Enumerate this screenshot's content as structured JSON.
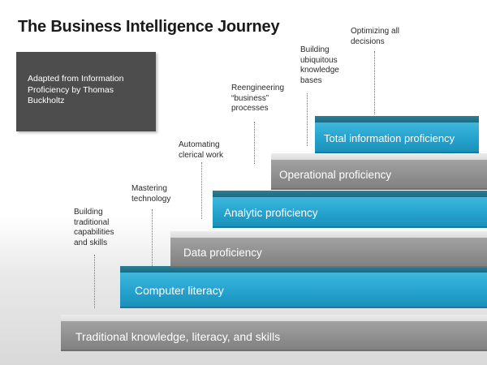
{
  "title": "The Business Intelligence Journey",
  "source_note": "Adapted from Information Proficiency by Thomas Buckholtz",
  "steps": [
    {
      "label": "Traditional knowledge, literacy, and skills",
      "style": "gray"
    },
    {
      "label": "Computer literacy",
      "style": "blue"
    },
    {
      "label": "Data proficiency",
      "style": "gray"
    },
    {
      "label": "Analytic proficiency",
      "style": "blue"
    },
    {
      "label": "Operational proficiency",
      "style": "gray"
    },
    {
      "label": "Total information proficiency",
      "style": "blue"
    }
  ],
  "annotations": [
    "Building\ntraditional\ncapabilities\nand skills",
    "Mastering\ntechnology",
    "Automating\nclerical work",
    "Reengineering\n“business”\nprocesses",
    "Building\nubiquitous\nknowledge\nbases",
    "Optimizing all\ndecisions"
  ],
  "colors": {
    "blue_step": "#25a3cf",
    "gray_step": "#8e8e8e",
    "source_box": "#4d4d4d"
  }
}
